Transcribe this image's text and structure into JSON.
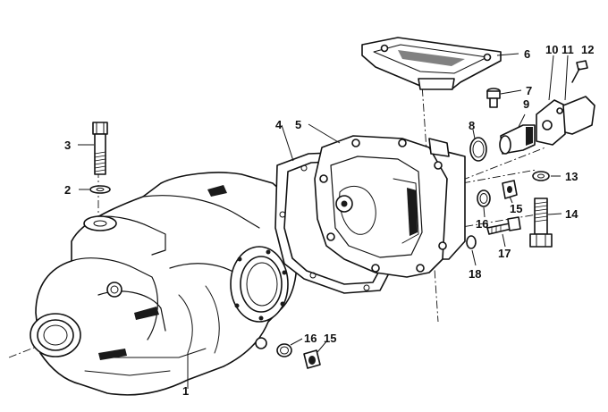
{
  "diagram": {
    "callouts": [
      {
        "id": "1",
        "text": "1"
      },
      {
        "id": "2",
        "text": "2"
      },
      {
        "id": "3",
        "text": "3"
      },
      {
        "id": "4",
        "text": "4"
      },
      {
        "id": "5",
        "text": "5"
      },
      {
        "id": "6",
        "text": "6"
      },
      {
        "id": "7",
        "text": "7"
      },
      {
        "id": "8",
        "text": "8"
      },
      {
        "id": "9",
        "text": "9"
      },
      {
        "id": "10",
        "text": "10"
      },
      {
        "id": "11",
        "text": "11"
      },
      {
        "id": "12",
        "text": "12"
      },
      {
        "id": "13",
        "text": "13"
      },
      {
        "id": "14",
        "text": "14"
      },
      {
        "id": "15a",
        "text": "15"
      },
      {
        "id": "16a",
        "text": "16"
      },
      {
        "id": "17",
        "text": "17"
      },
      {
        "id": "18",
        "text": "18"
      },
      {
        "id": "16b",
        "text": "16"
      },
      {
        "id": "15b",
        "text": "15"
      }
    ]
  }
}
